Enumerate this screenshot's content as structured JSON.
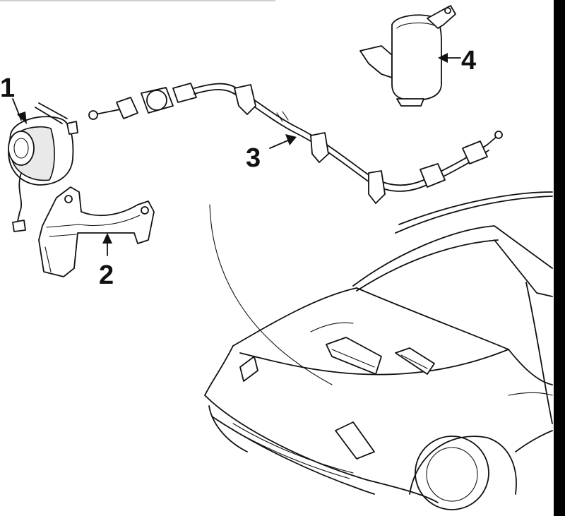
{
  "diagram": {
    "callouts": [
      {
        "id": "1",
        "label": "1"
      },
      {
        "id": "2",
        "label": "2"
      },
      {
        "id": "3",
        "label": "3"
      },
      {
        "id": "4",
        "label": "4"
      }
    ],
    "colors": {
      "line": "#111111",
      "background": "#ffffff",
      "edge": "#000000"
    },
    "icons": [
      "motor-part",
      "bracket-part",
      "cable-part",
      "module-part",
      "car-front"
    ]
  }
}
